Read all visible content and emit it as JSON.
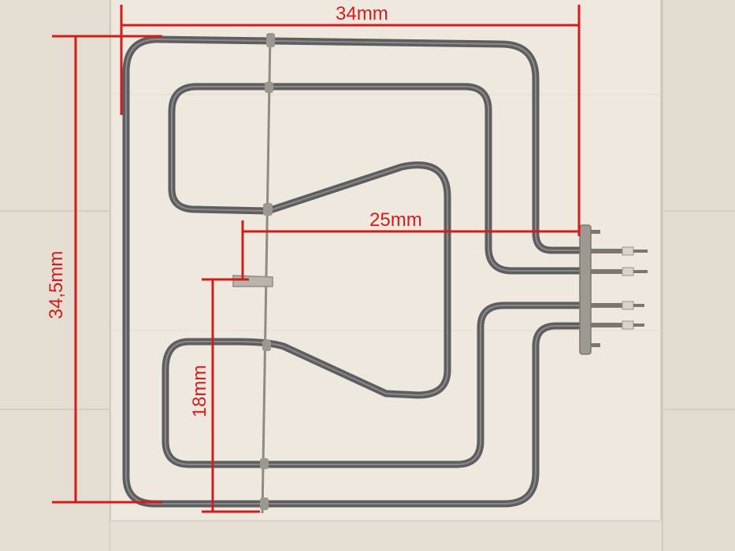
{
  "image": {
    "subject": "heating-element",
    "colors": {
      "background": "#ebe4da",
      "tile_dark": "#d8d0c4",
      "grout": "#cfc7bb",
      "element": "#5e5e60",
      "element_highlight": "#8a8a8c",
      "metal": "#9c9890",
      "annotation": "#d41c1c"
    }
  },
  "measurements": {
    "width_label": "34mm",
    "inner_width_label": "25mm",
    "height_label": "34,5mm",
    "inner_height_label": "18mm"
  }
}
